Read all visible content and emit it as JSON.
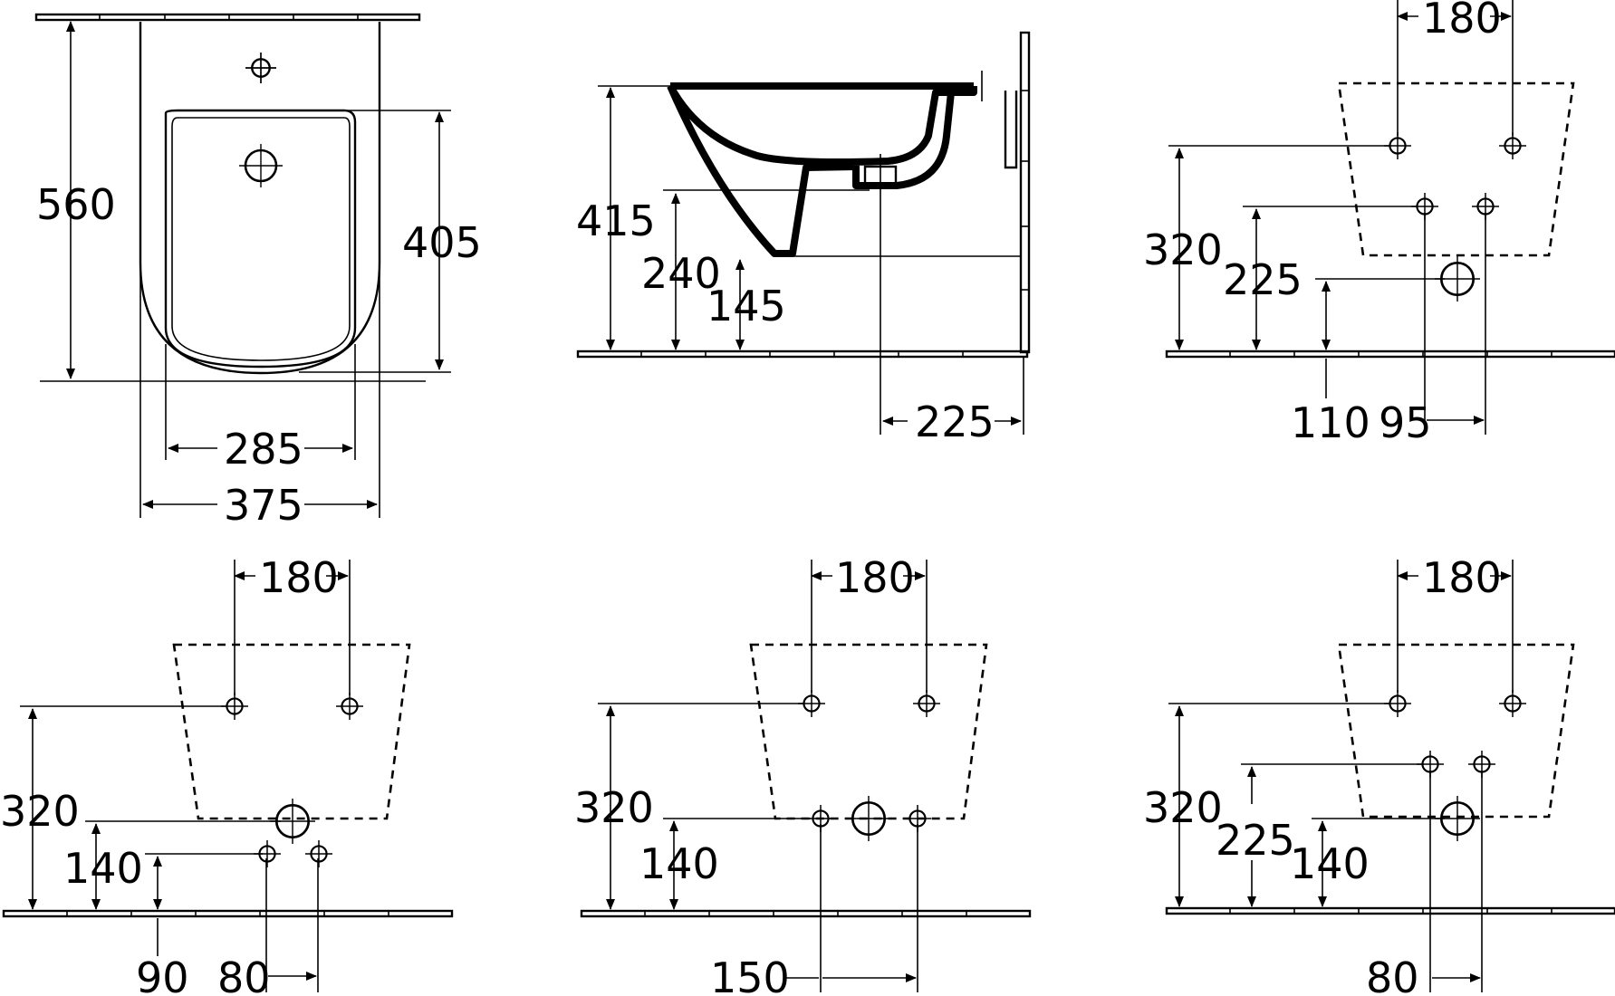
{
  "top_view": {
    "height_560": "560",
    "inner_405": "405",
    "width_285": "285",
    "width_375": "375"
  },
  "side_view": {
    "height_415": "415",
    "height_240": "240",
    "height_145": "145",
    "depth_225": "225"
  },
  "install_a": {
    "spacing_180": "180",
    "height_320": "320",
    "height_225": "225",
    "offset_110": "110",
    "spacing_95": "95"
  },
  "install_b": {
    "spacing_180": "180",
    "height_320": "320",
    "height_140": "140",
    "offset_90": "90",
    "spacing_80": "80"
  },
  "install_c": {
    "spacing_180": "180",
    "height_320": "320",
    "height_140": "140",
    "spacing_150": "150"
  },
  "install_d": {
    "spacing_180": "180",
    "height_320": "320",
    "height_225": "225",
    "height_140": "140",
    "spacing_80": "80"
  }
}
